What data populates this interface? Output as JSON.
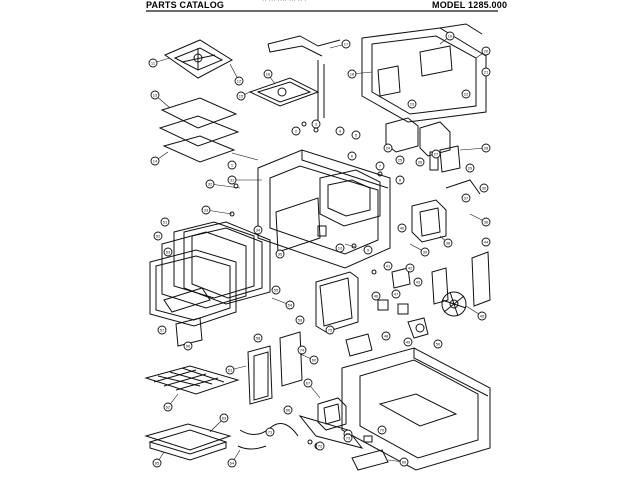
{
  "header": {
    "left": "PARTS  CATALOG",
    "right": "MODEL 1285.000",
    "partial_top_text": "·· ··· ···· ··· ·· ·"
  },
  "callouts": [
    "1",
    "2",
    "3",
    "4",
    "5",
    "6",
    "7",
    "8",
    "9",
    "10",
    "11",
    "12",
    "13",
    "14",
    "15",
    "16",
    "17",
    "18",
    "19",
    "20",
    "21",
    "22",
    "23",
    "24",
    "25",
    "26",
    "27",
    "28",
    "29",
    "30",
    "31",
    "32",
    "33",
    "34",
    "35",
    "36",
    "37",
    "38",
    "39",
    "40",
    "41",
    "42",
    "43",
    "44",
    "45",
    "46",
    "47",
    "48",
    "49",
    "50",
    "51",
    "52",
    "53",
    "54",
    "55",
    "56",
    "57",
    "58",
    "59",
    "60",
    "61",
    "62",
    "63",
    "64",
    "65",
    "66",
    "67",
    "68",
    "69",
    "70",
    "71",
    "72",
    "73",
    "74",
    "75"
  ]
}
